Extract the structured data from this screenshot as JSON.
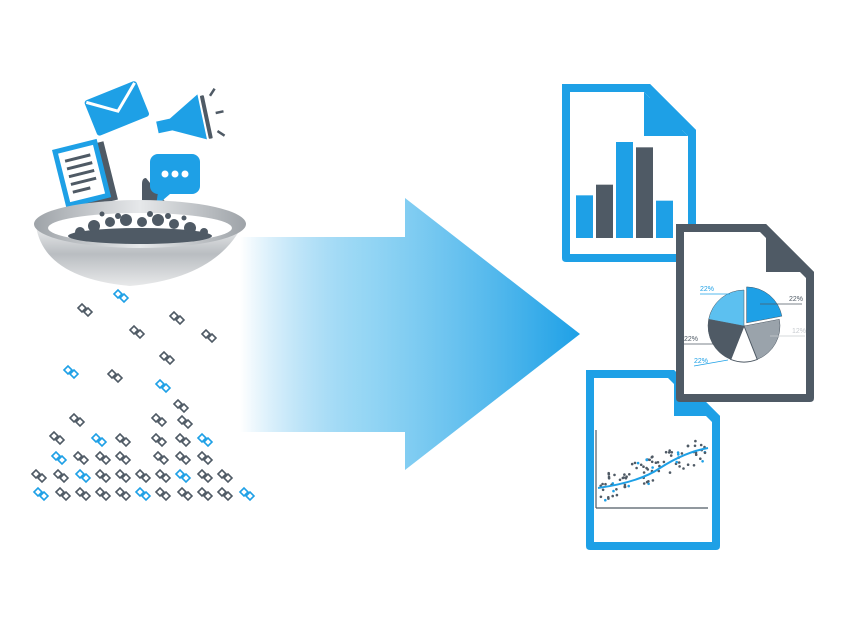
{
  "colors": {
    "blue": "#1ea0e6",
    "light_blue": "#5cc0f0",
    "dark_gray": "#4f5a65",
    "mid_gray": "#9aa3ab",
    "light_gray": "#c7cbcf"
  },
  "icons": [
    "envelope-icon",
    "megaphone-icon",
    "document-icon",
    "chat-bubble-icon",
    "bowl-icon",
    "data-fragment-icon",
    "arrow-right-icon",
    "bar-chart-document-icon",
    "pie-chart-document-icon",
    "scatter-plot-document-icon"
  ],
  "pie_chart": {
    "slices": [
      {
        "label": "22%",
        "value": 22,
        "color": "#1ea0e6"
      },
      {
        "label": "22%",
        "value": 22,
        "color": "#9aa3ab"
      },
      {
        "label": "12%",
        "value": 12,
        "color": "#ffffff"
      },
      {
        "label": "22%",
        "value": 22,
        "color": "#4f5a65"
      },
      {
        "label": "22%",
        "value": 22,
        "color": "#5cc0f0"
      }
    ]
  },
  "bar_chart": {
    "values": [
      4,
      5,
      9,
      8.5,
      3.5
    ],
    "colors": [
      "#1ea0e6",
      "#4f5a65",
      "#1ea0e6",
      "#4f5a65",
      "#1ea0e6"
    ]
  }
}
